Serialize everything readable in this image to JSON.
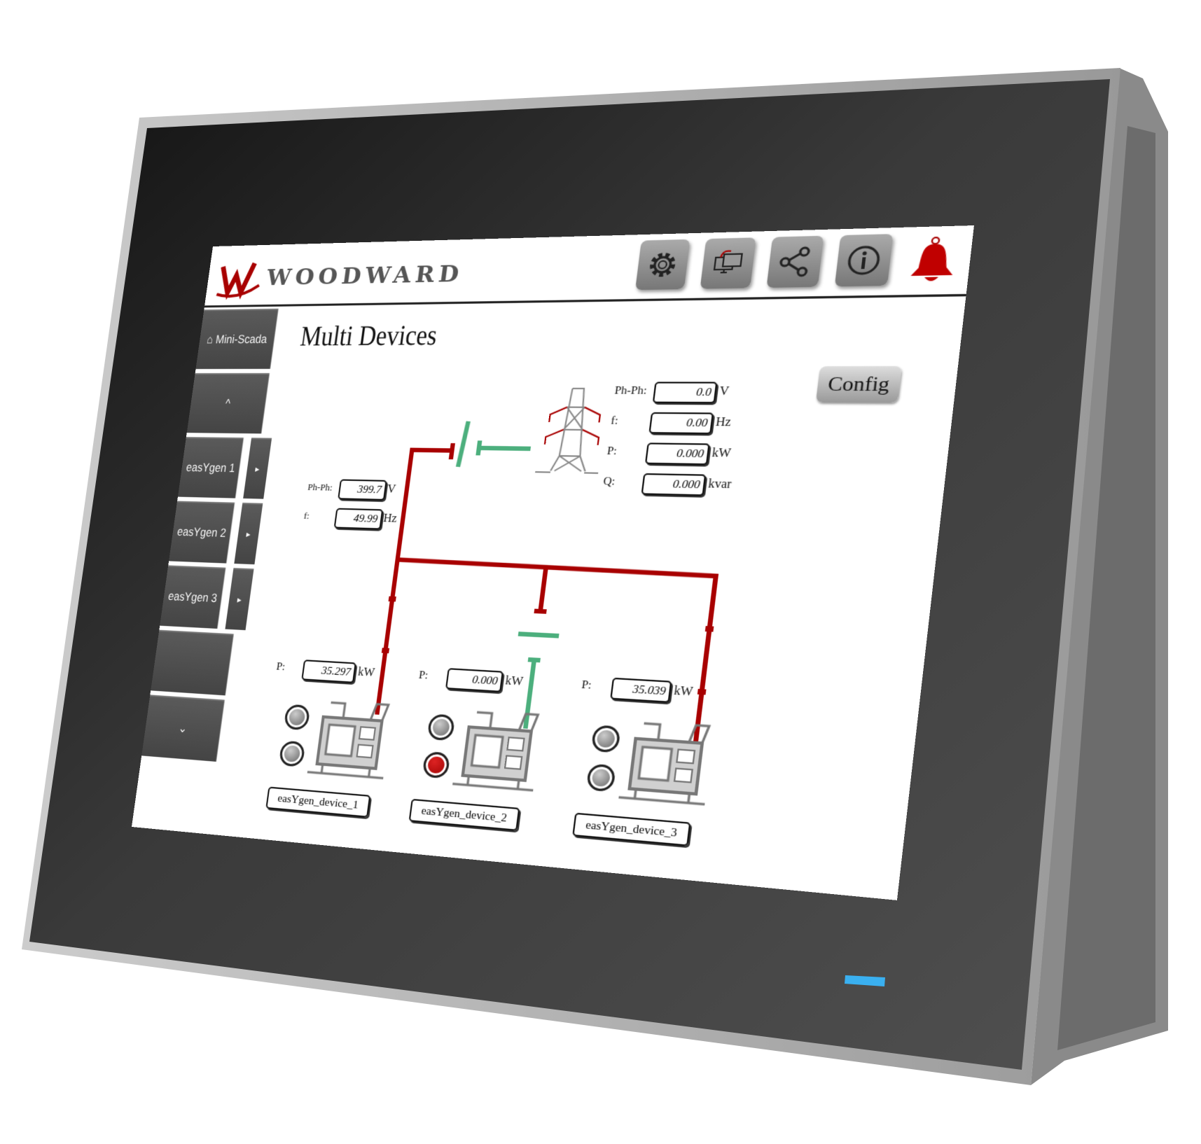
{
  "header": {
    "brand": "WOODWARD",
    "icons": [
      "gear-icon",
      "remote-monitor-icon",
      "share-icon",
      "info-icon",
      "bell-icon"
    ]
  },
  "sidebar": {
    "items": [
      {
        "label": "Mini-Scada",
        "icon": "home-icon"
      },
      {
        "label": "^"
      },
      {
        "label": "easYgen 1",
        "sub": "▸"
      },
      {
        "label": "easYgen 2",
        "sub": "▸"
      },
      {
        "label": "easYgen 3",
        "sub": "▸"
      },
      {
        "label": ""
      },
      {
        "label": "⌄"
      }
    ]
  },
  "main": {
    "title": "Multi Devices",
    "config_label": "Config",
    "grid": [
      {
        "label": "Ph-Ph:",
        "value": "0.0",
        "unit": "V"
      },
      {
        "label": "f:",
        "value": "0.00",
        "unit": "Hz"
      },
      {
        "label": "P:",
        "value": "0.000",
        "unit": "kW"
      },
      {
        "label": "Q:",
        "value": "0.000",
        "unit": "kvar"
      }
    ],
    "bus": [
      {
        "label": "Ph-Ph:",
        "value": "399.7",
        "unit": "V"
      },
      {
        "label": "f:",
        "value": "49.99",
        "unit": "Hz"
      }
    ],
    "generators": [
      {
        "p_label": "P:",
        "value": "35.297",
        "unit": "kW",
        "name": "easYgen_device_1",
        "breaker": "closed",
        "alarm": false
      },
      {
        "p_label": "P:",
        "value": "0.000",
        "unit": "kW",
        "name": "easYgen_device_2",
        "breaker": "open",
        "alarm": true
      },
      {
        "p_label": "P:",
        "value": "35.039",
        "unit": "kW",
        "name": "easYgen_device_3",
        "breaker": "closed",
        "alarm": false
      }
    ]
  },
  "colors": {
    "live": "#a80000",
    "dead": "#4caf7d",
    "led": "#3ab0f0"
  }
}
